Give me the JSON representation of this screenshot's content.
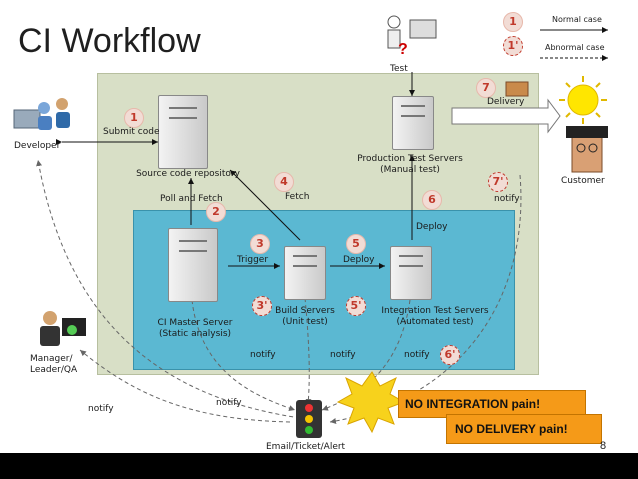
{
  "title": "CI Workflow",
  "legend": {
    "normal_num": "1",
    "normal_label": "Normal case",
    "abnormal_num": "1'",
    "abnormal_label": "Abnormal case"
  },
  "actors": {
    "developer": "Developer",
    "test": "Test",
    "customer": "Customer",
    "manager": "Manager/\nLeader/QA"
  },
  "nodes": {
    "source_repo": "Source code repository",
    "prod_test": "Production Test Servers\n(Manual test)",
    "ci_master": "CI Master Server\n(Static analysis)",
    "build": "Build Servers\n(Unit test)",
    "integration": "Integration Test Servers\n(Automated test)",
    "alert": "Email/Ticket/Alert"
  },
  "steps": {
    "s1": "1",
    "s1_label": "Submit code",
    "s2": "2",
    "s2_label": "Poll and Fetch",
    "s3": "3",
    "s3_label": "Trigger",
    "s4": "4",
    "s4_label": "Fetch",
    "s5": "5",
    "s5_label": "Deploy",
    "s6": "6",
    "s6_label": "Deploy",
    "s7": "7",
    "s7_label": "Delivery",
    "a3": "3'",
    "a5": "5'",
    "a6": "6'",
    "a7": "7'"
  },
  "notify": {
    "n1": "notify",
    "n2": "notify",
    "n3": "notify",
    "n4": "notify",
    "n5": "notify",
    "n6": "notify"
  },
  "callouts": {
    "no_integration": "NO INTEGRATION pain!",
    "no_delivery": "NO DELIVERY pain!"
  },
  "page_number": "8",
  "colors": {
    "outer_panel": "#d8dfc6",
    "inner_panel": "#5bb8d2",
    "callout": "#f59a18",
    "step_text": "#c0392b"
  }
}
